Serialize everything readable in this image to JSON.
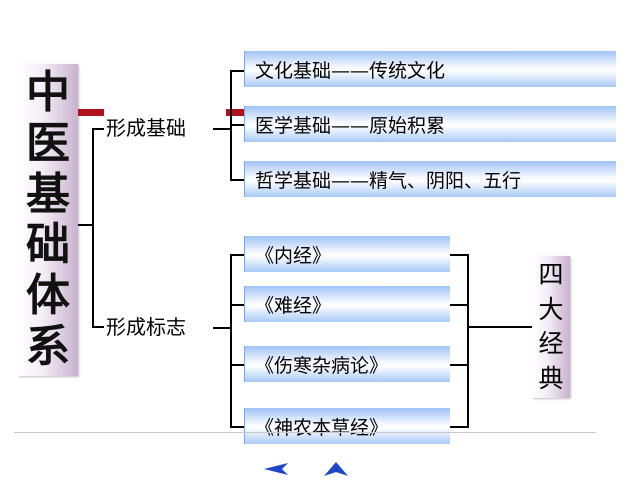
{
  "title_chars": [
    "中",
    "医",
    "基",
    "础",
    "体",
    "系"
  ],
  "branches": {
    "formation_basis": "形成基础",
    "formation_marker": "形成标志"
  },
  "basis_items": [
    "文化基础——传统文化",
    "医学基础——原始积累",
    "哲学基础——精气、阴阳、五行"
  ],
  "classics": [
    "《内经》",
    "《难经》",
    "《伤寒杂病论》",
    "《神农本草经》"
  ],
  "classics_group_chars": [
    "四",
    "大",
    "经",
    "典"
  ],
  "colors": {
    "accent_red": "#b0121b",
    "bar_blue": "#9fc3f6",
    "nav_blue": "#1f46c8"
  },
  "nav": {
    "prev_icon": "left-arrow-icon",
    "up_icon": "up-arrow-icon"
  }
}
